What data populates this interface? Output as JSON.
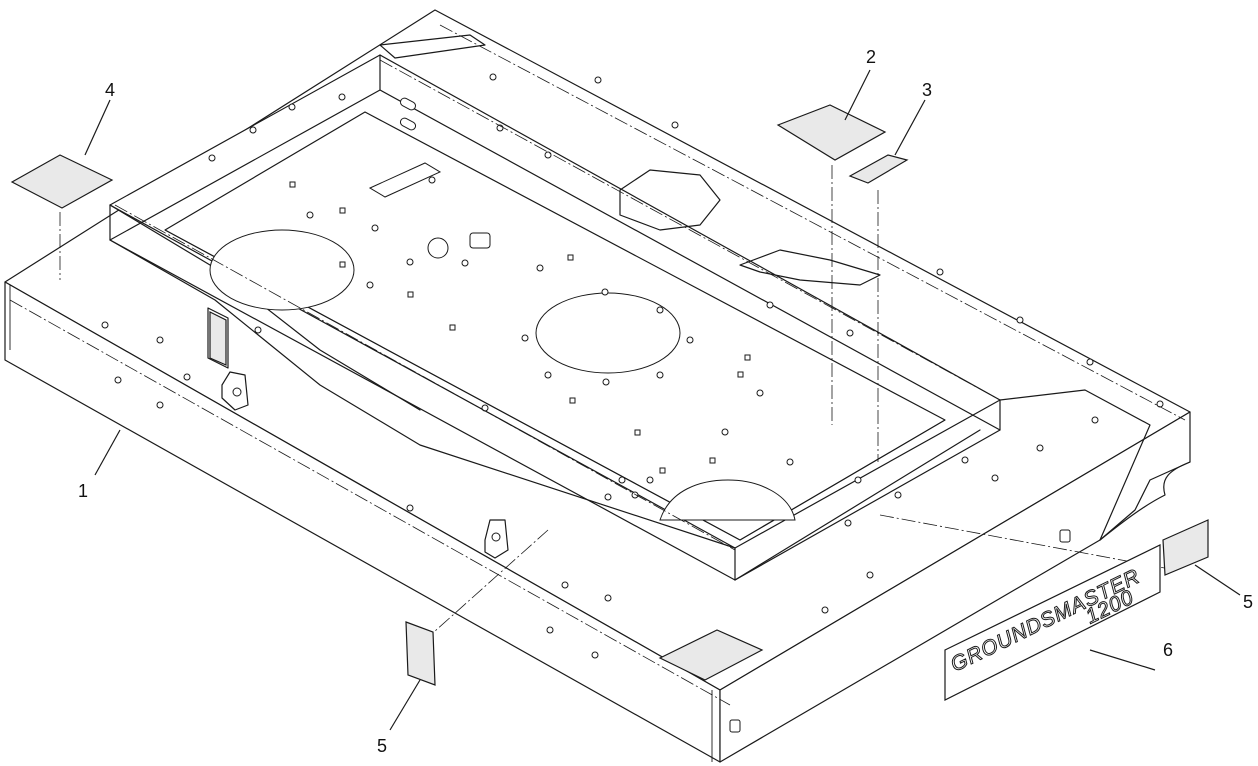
{
  "diagram": {
    "callouts": [
      {
        "id": "c1",
        "label": "1"
      },
      {
        "id": "c2",
        "label": "2"
      },
      {
        "id": "c3",
        "label": "3"
      },
      {
        "id": "c4",
        "label": "4"
      },
      {
        "id": "c5a",
        "label": "5"
      },
      {
        "id": "c5b",
        "label": "5"
      },
      {
        "id": "c6",
        "label": "6"
      }
    ],
    "logo": {
      "line1": "GROUNDSMASTER",
      "line2": "1200"
    }
  }
}
